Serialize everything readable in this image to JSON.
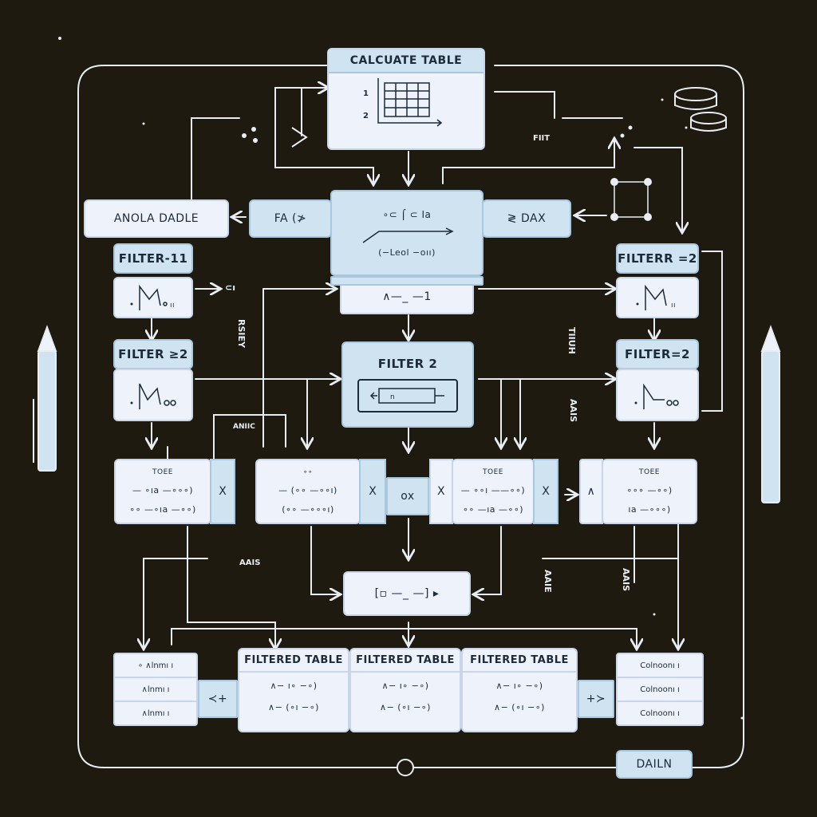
{
  "header": {
    "calculate_table": "CALCUATE TABLE"
  },
  "left": {
    "anola_dadle": "ANOLA DADLE",
    "fa": "FA  (≯",
    "filter1": "FILTER-11",
    "filter2": "FILTER ≥2",
    "icon_caption": "· ⟋ol"
  },
  "right": {
    "dax": "≷  DAX",
    "filterr2": "FILTERR =2",
    "filter2": "FILTER=2"
  },
  "center": {
    "formula_top": "∘⊂  ⌠ ⊂ Ia",
    "formula_bottom": "(−Leol −oıı)",
    "axis_y1": "1",
    "axis_y2": "2",
    "sub_bar": "∧—_ —1",
    "filter2": "FILTER 2",
    "filter2_inner": "n",
    "ox": "ox",
    "bottom_formula": "[▫ —_ —] ▸"
  },
  "tables": [
    {
      "head": "TOEE",
      "r1": "— ∘ıa —∘∘∘)",
      "r2": "∘∘ —∘ıa —∘∘)"
    },
    {
      "head": "∘∘",
      "r1": "— (∘∘ —∘∘ı)",
      "r2": "(∘∘ —∘∘∘ı)"
    },
    {
      "head": "TOEE",
      "r1": "— ∘∘ı ——∘∘)",
      "r2": "∘∘ —ıa —∘∘)"
    },
    {
      "head": "TOEE",
      "r1": "∘∘∘ —∘∘)",
      "r2": "ıa —∘∘∘)"
    }
  ],
  "x_mark": "X",
  "a_mark": "∧",
  "filtered": [
    {
      "title": "FILTERED TABLE",
      "r1": "∧−  ı∘ −∘)",
      "r2": "∧−  (∘ı −∘)"
    },
    {
      "title": "FILTERED TABLE",
      "r1": "∧−  ı∘ −∘)",
      "r2": "∧−  (∘ı −∘)"
    },
    {
      "title": "FILTERED TABLE",
      "r1": "∧−  ı∘ −∘)",
      "r2": "∧−  (∘ı −∘)"
    }
  ],
  "left_rows": [
    "∘ ∧lnmı ı",
    "∧lnmı ı",
    "∧lnmı ı"
  ],
  "right_rows": [
    "Colnoonı ı",
    "Colnoonı ı",
    "Colnoonı ı"
  ],
  "left_arrow_btn": "≺+",
  "right_arrow_btn": "+≻",
  "dailn": "DAILN",
  "float_labels": {
    "ci": "⊂ı",
    "fiit": "FIIT",
    "anic": "ANIIC",
    "rsiey": "RSIEY",
    "tiuh": "TIIUH",
    "aais": "AAIS",
    "aais2": "AAIS",
    "aaie": "AAIE",
    "aais3": "AAIS"
  },
  "colors": {
    "background": "#1e1a10",
    "box": "#eef2fa",
    "accent": "#cfe3f1",
    "wire": "#e8edf4"
  }
}
